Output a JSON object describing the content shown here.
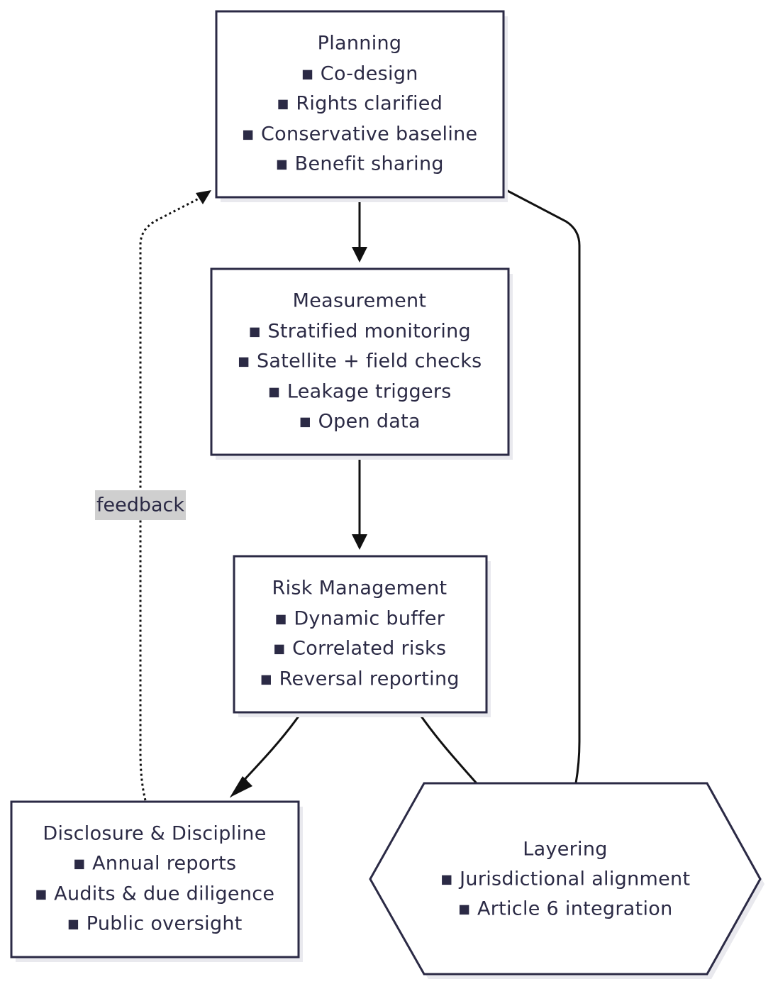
{
  "nodes": {
    "planning": {
      "title": "Planning",
      "items": [
        "▪ Co-design",
        "▪ Rights clarified",
        "▪ Conservative baseline",
        "▪ Benefit sharing"
      ]
    },
    "measurement": {
      "title": "Measurement",
      "items": [
        "▪ Stratified monitoring",
        "▪ Satellite + field checks",
        "▪ Leakage triggers",
        "▪ Open data"
      ]
    },
    "risk": {
      "title": "Risk Management",
      "items": [
        "▪ Dynamic buffer",
        "▪ Correlated risks",
        "▪ Reversal reporting"
      ]
    },
    "disclosure": {
      "title": "Disclosure & Discipline",
      "items": [
        "▪ Annual reports",
        "▪ Audits & due diligence",
        "▪ Public oversight"
      ]
    },
    "layering": {
      "title": "Layering",
      "items": [
        "▪ Jurisdictional alignment",
        "▪ Article 6 integration"
      ]
    }
  },
  "edges": {
    "feedback_label": "feedback"
  },
  "colors": {
    "stroke": "#2b2a45",
    "edge": "#111111",
    "label_background": "#cfcfcf"
  }
}
